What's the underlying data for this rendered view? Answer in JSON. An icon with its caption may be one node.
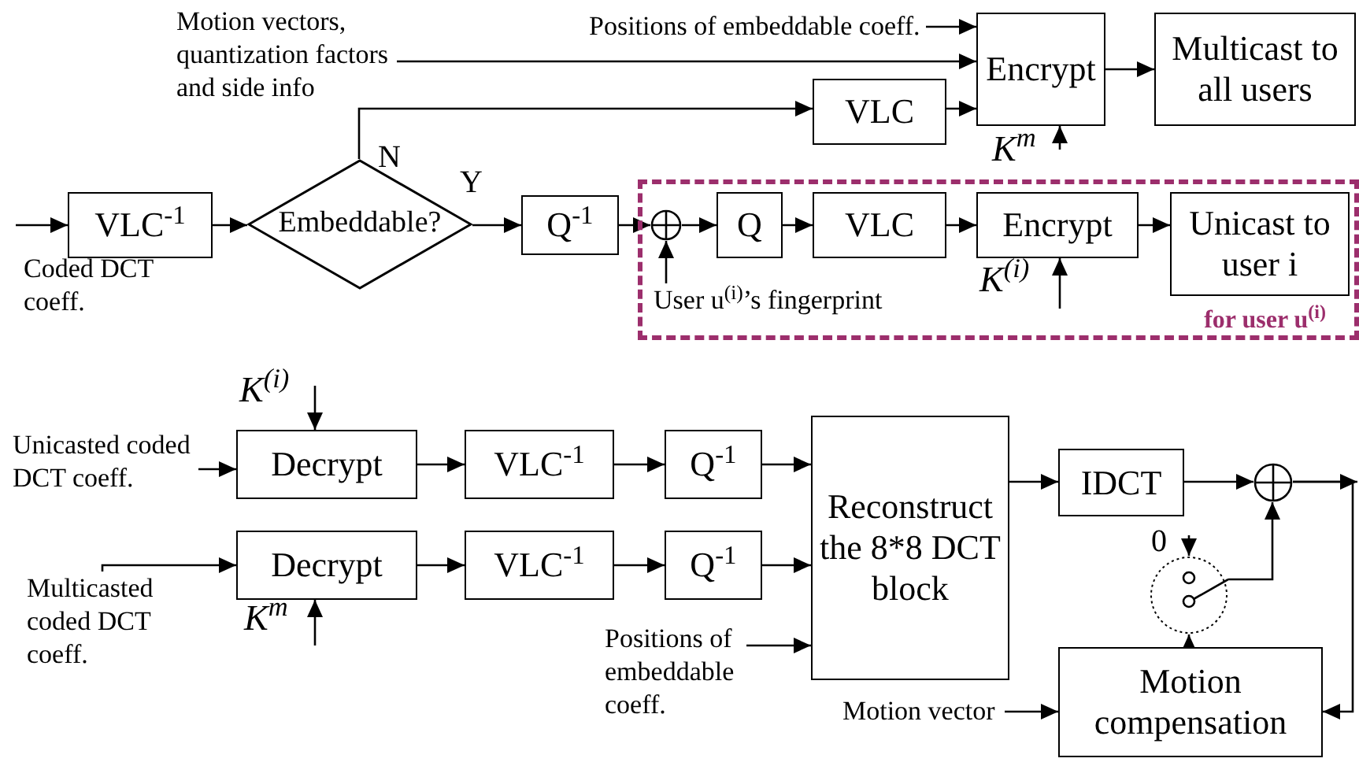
{
  "diagram": {
    "nodes": [
      {
        "text": [
          "VLC$^{-1}$"
        ]
      },
      {
        "text": [
          "Embeddable?"
        ]
      },
      {
        "text": [
          "Q$^{-1}$"
        ]
      },
      {
        "text": [
          "for user u$^{(i)}$"
        ]
      },
      {
        "text": [],
        "shape": "circle",
        "in": 3
      },
      {
        "text": [
          "Q"
        ],
        "in": 3
      },
      {
        "text": [
          "VLC"
        ],
        "in": 3
      },
      {
        "text": [
          "Encrypt"
        ],
        "in": 3
      },
      {
        "text": [
          "Unicast to user i"
        ],
        "in": 3
      },
      {
        "text": [
          "User u$^{(i)}$’s fingerprint"
        ],
        "in": 3
      },
      {
        "text": [
          "Motion vectors, quantization factors and side info"
        ]
      },
      {
        "text": [
          "Positions of embeddable coeff."
        ]
      },
      {
        "text": [
          "Encrypt"
        ]
      },
      {
        "text": [
          "VLC"
        ]
      },
      {
        "text": [
          "Multicast to all users"
        ]
      },
      {
        "text": [
          "Decrypt"
        ]
      },
      {
        "text": [
          "VLC$^{-1}$"
        ]
      },
      {
        "text": [
          "Q$^{-1}$"
        ]
      },
      {
        "text": [
          "Decrypt"
        ]
      },
      {
        "text": [
          "VLC$^{-1}$"
        ]
      },
      {
        "text": [
          "Q$^{-1}$"
        ]
      },
      {
        "text": [
          "Reconstruct the 8*8 DCT block"
        ]
      },
      {
        "text": [
          "IDCT"
        ]
      },
      {
        "text": [],
        "shape": "circle"
      },
      {
        "text": [
          "Motion compensation"
        ]
      },
      {
        "text": [
          "Positions of embeddable coeff."
        ]
      },
      {
        "text": [
          "Motion vector"
        ]
      },
      {
        "text": [],
        "shape": "circle"
      },
      {
        "text": [
          "Unicasted coded DCT coeff."
        ]
      },
      {
        "text": [
          "Multicasted coded DCT coeff."
        ]
      }
    ],
    "edges": [
      {
        "from": null,
        "to": 0,
        "arrow": "to"
      },
      {
        "from": 0,
        "to": 1,
        "arrow": "to"
      },
      {
        "from": 1,
        "to": 2,
        "arrow": "to",
        "label": "Y"
      },
      {
        "from": 1,
        "to": 13,
        "arrow": "to",
        "label": "N"
      },
      {
        "from": 10,
        "to": 12,
        "arrow": "to"
      },
      {
        "from": 11,
        "to": 12,
        "arrow": "to"
      },
      {
        "from": 13,
        "to": 12,
        "arrow": "to"
      },
      {
        "from": 12,
        "to": 14,
        "arrow": "to"
      },
      {
        "from": null,
        "to": 12,
        "arrow": "to",
        "label": "K$^{m}$"
      },
      {
        "from": 2,
        "to": 4,
        "arrow": "to"
      },
      {
        "from": 9,
        "to": 4,
        "arrow": "to"
      },
      {
        "from": 4,
        "to": 5,
        "arrow": "to"
      },
      {
        "from": 5,
        "to": 6,
        "arrow": "to"
      },
      {
        "from": 6,
        "to": 7,
        "arrow": "to"
      },
      {
        "from": 7,
        "to": 8,
        "arrow": "to"
      },
      {
        "from": null,
        "to": 7,
        "arrow": "to",
        "label": "K$^{(i)}$"
      },
      {
        "from": 28,
        "to": 15,
        "arrow": "to"
      },
      {
        "from": null,
        "to": 15,
        "arrow": "to",
        "label": "K$^{(i)}$"
      },
      {
        "from": 15,
        "to": 16,
        "arrow": "to"
      },
      {
        "from": 16,
        "to": 17,
        "arrow": "to"
      },
      {
        "from": 17,
        "to": 21,
        "arrow": "to"
      },
      {
        "from": 29,
        "to": 18,
        "arrow": "to"
      },
      {
        "from": null,
        "to": 18,
        "arrow": "to",
        "label": "K$^{m}$"
      },
      {
        "from": 18,
        "to": 19,
        "arrow": "to"
      },
      {
        "from": 19,
        "to": 20,
        "arrow": "to"
      },
      {
        "from": 20,
        "to": 21,
        "arrow": "to"
      },
      {
        "from": 25,
        "to": 21,
        "arrow": "to"
      },
      {
        "from": 21,
        "to": 22,
        "arrow": "to"
      },
      {
        "from": 22,
        "to": 23,
        "arrow": "to"
      },
      {
        "from": 23,
        "to": null,
        "arrow": "to"
      },
      {
        "from": 23,
        "to": 24,
        "arrow": "to"
      },
      {
        "from": 26,
        "to": 24,
        "arrow": "to"
      },
      {
        "from": null,
        "to": 27,
        "arrow": "to",
        "label": "0"
      },
      {
        "from": 24,
        "to": 27,
        "arrow": "to"
      },
      {
        "from": 27,
        "to": 23,
        "arrow": "to"
      }
    ],
    "labels": [
      "Coded DCT coeff."
    ]
  }
}
